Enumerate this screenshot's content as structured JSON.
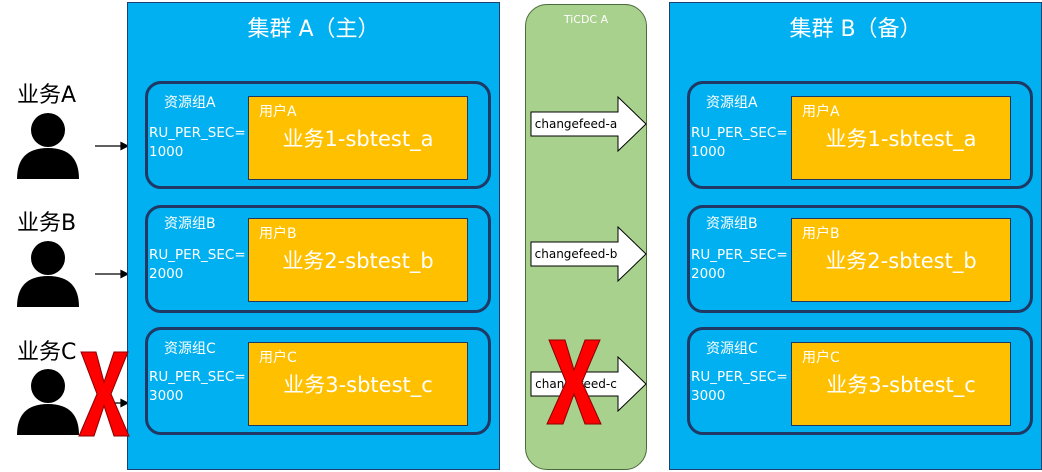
{
  "cluster_a": {
    "title": "集群 A（主）",
    "groups": [
      {
        "rg": "资源组A",
        "ru": "RU_PER_SEC=",
        "ru_val": "1000",
        "user": "用户A",
        "biz": "业务1-sbtest_a"
      },
      {
        "rg": "资源组B",
        "ru": "RU_PER_SEC=",
        "ru_val": "2000",
        "user": "用户B",
        "biz": "业务2-sbtest_b"
      },
      {
        "rg": "资源组C",
        "ru": "RU_PER_SEC=",
        "ru_val": "3000",
        "user": "用户C",
        "biz": "业务3-sbtest_c"
      }
    ]
  },
  "cluster_b": {
    "title": "集群 B（备）",
    "groups": [
      {
        "rg": "资源组A",
        "ru": "RU_PER_SEC=",
        "ru_val": "1000",
        "user": "用户A",
        "biz": "业务1-sbtest_a"
      },
      {
        "rg": "资源组B",
        "ru": "RU_PER_SEC=",
        "ru_val": "2000",
        "user": "用户B",
        "biz": "业务2-sbtest_b"
      },
      {
        "rg": "资源组C",
        "ru": "RU_PER_SEC=",
        "ru_val": "3000",
        "user": "用户C",
        "biz": "业务3-sbtest_c"
      }
    ]
  },
  "ticdc": {
    "title": "TiCDC A",
    "feeds": [
      "changefeed-a",
      "changefeed-b",
      "changefeed-c"
    ]
  },
  "persons": [
    "业务A",
    "业务B",
    "业务C"
  ],
  "colors": {
    "cluster_bg": "#00b0f0",
    "ticdc_bg": "#a9d18e",
    "user_box": "#ffc000",
    "border": "#1f3864",
    "cross": "#ff0000"
  }
}
